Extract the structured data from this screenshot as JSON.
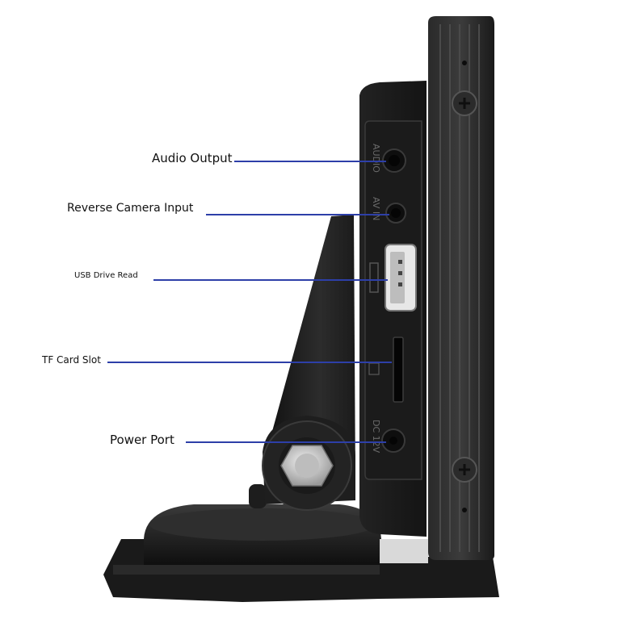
{
  "callouts": {
    "audio_output": "Audio Output",
    "reverse_camera_input": "Reverse Camera Input",
    "usb_drive_read": "USB Drive Read",
    "tf_card_slot": "TF Card Slot",
    "power_port": "Power Port"
  },
  "port_markings": {
    "audio": "AUDIO",
    "av_in": "AV IN",
    "dc": "DC 12V"
  },
  "colors": {
    "leader_line": "#2d3fa8",
    "device_body": "#1c1c1c",
    "label_text": "#111111"
  }
}
